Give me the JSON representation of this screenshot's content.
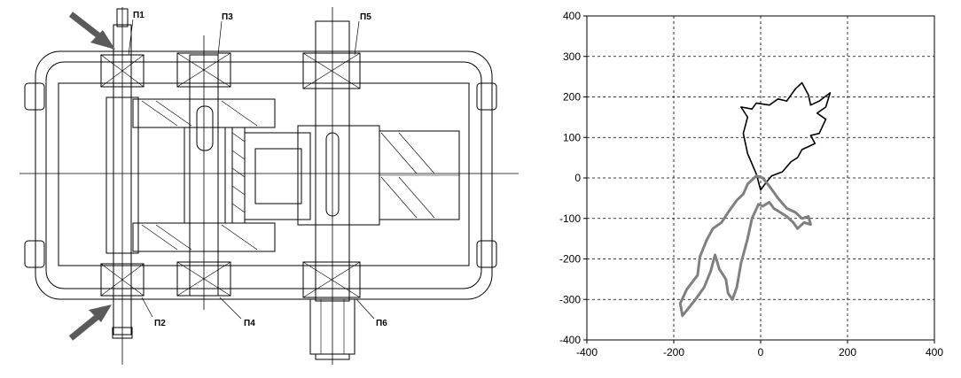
{
  "drawing": {
    "labels": [
      "П1",
      "П2",
      "П3",
      "П4",
      "П5",
      "П6"
    ]
  },
  "chart_data": {
    "type": "line",
    "title": "",
    "xlabel": "",
    "ylabel": "",
    "xlim": [
      -400,
      400
    ],
    "ylim": [
      -400,
      400
    ],
    "xticks": [
      -400,
      -200,
      0,
      200,
      400
    ],
    "yticks": [
      400,
      300,
      200,
      100,
      0,
      -100,
      -200,
      -300,
      -400
    ],
    "grid": true,
    "colors": {
      "series_1": "#000000",
      "series_2": "#808080"
    },
    "series": [
      {
        "values": [
          [
            0,
            -30
          ],
          [
            -10,
            10
          ],
          [
            -30,
            60
          ],
          [
            -40,
            110
          ],
          [
            -30,
            150
          ],
          [
            -45,
            175
          ],
          [
            -20,
            170
          ],
          [
            -10,
            185
          ],
          [
            20,
            180
          ],
          [
            40,
            195
          ],
          [
            60,
            190
          ],
          [
            80,
            220
          ],
          [
            95,
            235
          ],
          [
            110,
            205
          ],
          [
            115,
            180
          ],
          [
            135,
            190
          ],
          [
            160,
            210
          ],
          [
            150,
            175
          ],
          [
            130,
            160
          ],
          [
            150,
            145
          ],
          [
            135,
            110
          ],
          [
            115,
            105
          ],
          [
            125,
            85
          ],
          [
            95,
            70
          ],
          [
            85,
            50
          ],
          [
            70,
            40
          ],
          [
            50,
            15
          ],
          [
            25,
            5
          ],
          [
            10,
            -15
          ],
          [
            0,
            -30
          ]
        ]
      },
      {
        "values": [
          [
            -10,
            5
          ],
          [
            5,
            0
          ],
          [
            20,
            -20
          ],
          [
            40,
            -50
          ],
          [
            60,
            -75
          ],
          [
            80,
            -85
          ],
          [
            95,
            -100
          ],
          [
            110,
            -95
          ],
          [
            115,
            -115
          ],
          [
            100,
            -110
          ],
          [
            85,
            -125
          ],
          [
            75,
            -110
          ],
          [
            60,
            -95
          ],
          [
            45,
            -85
          ],
          [
            30,
            -75
          ],
          [
            20,
            -60
          ],
          [
            5,
            -70
          ],
          [
            -5,
            -65
          ],
          [
            -20,
            -100
          ],
          [
            -30,
            -150
          ],
          [
            -45,
            -210
          ],
          [
            -55,
            -270
          ],
          [
            -65,
            -300
          ],
          [
            -75,
            -285
          ],
          [
            -80,
            -250
          ],
          [
            -95,
            -225
          ],
          [
            -105,
            -190
          ],
          [
            -115,
            -230
          ],
          [
            -130,
            -270
          ],
          [
            -150,
            -300
          ],
          [
            -165,
            -320
          ],
          [
            -180,
            -340
          ],
          [
            -185,
            -310
          ],
          [
            -170,
            -275
          ],
          [
            -145,
            -240
          ],
          [
            -140,
            -195
          ],
          [
            -125,
            -155
          ],
          [
            -110,
            -125
          ],
          [
            -90,
            -110
          ],
          [
            -75,
            -85
          ],
          [
            -55,
            -55
          ],
          [
            -40,
            -40
          ],
          [
            -30,
            -15
          ],
          [
            -10,
            5
          ]
        ]
      }
    ]
  }
}
